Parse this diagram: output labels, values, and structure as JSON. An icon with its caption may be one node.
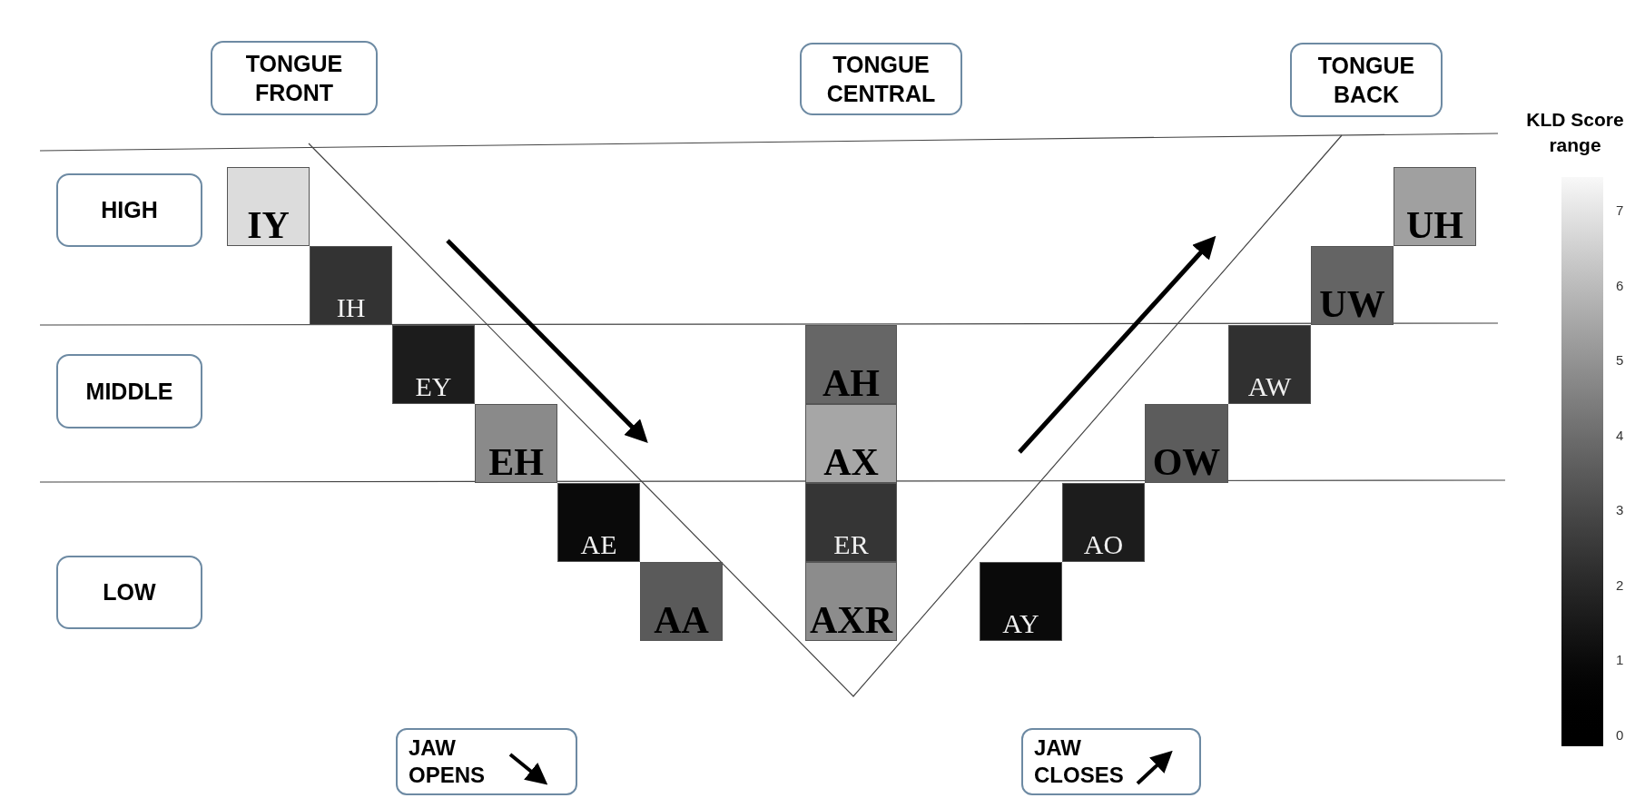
{
  "diagram": {
    "nodes": [
      {
        "text": [
          "TONGUE FRONT"
        ]
      },
      {
        "text": [
          "TONGUE CENTRAL"
        ]
      },
      {
        "text": [
          "TONGUE BACK"
        ]
      },
      {
        "text": [
          "HIGH"
        ]
      },
      {
        "text": [
          "MIDDLE"
        ]
      },
      {
        "text": [
          "LOW"
        ]
      },
      {
        "text": [
          "IY"
        ]
      },
      {
        "text": [
          "IH"
        ]
      },
      {
        "text": [
          "EY"
        ]
      },
      {
        "text": [
          "EH"
        ]
      },
      {
        "text": [
          "AE"
        ]
      },
      {
        "text": [
          "AA"
        ]
      },
      {
        "text": [
          "AH"
        ]
      },
      {
        "text": [
          "AX"
        ]
      },
      {
        "text": [
          "ER"
        ]
      },
      {
        "text": [
          "AXR"
        ]
      },
      {
        "text": [
          "AY"
        ]
      },
      {
        "text": [
          "AO"
        ]
      },
      {
        "text": [
          "OW"
        ]
      },
      {
        "text": [
          "AW"
        ]
      },
      {
        "text": [
          "UW"
        ]
      },
      {
        "text": [
          "UH"
        ]
      },
      {
        "text": [
          "JAW OPENS"
        ]
      },
      {
        "text": [
          "JAW CLOSES"
        ]
      },
      {
        "text": [],
        "shape": "bar"
      }
    ],
    "labels": [
      "KLD Score range",
      "7",
      "6",
      "5",
      "4",
      "3",
      "2",
      "1",
      "0"
    ]
  }
}
